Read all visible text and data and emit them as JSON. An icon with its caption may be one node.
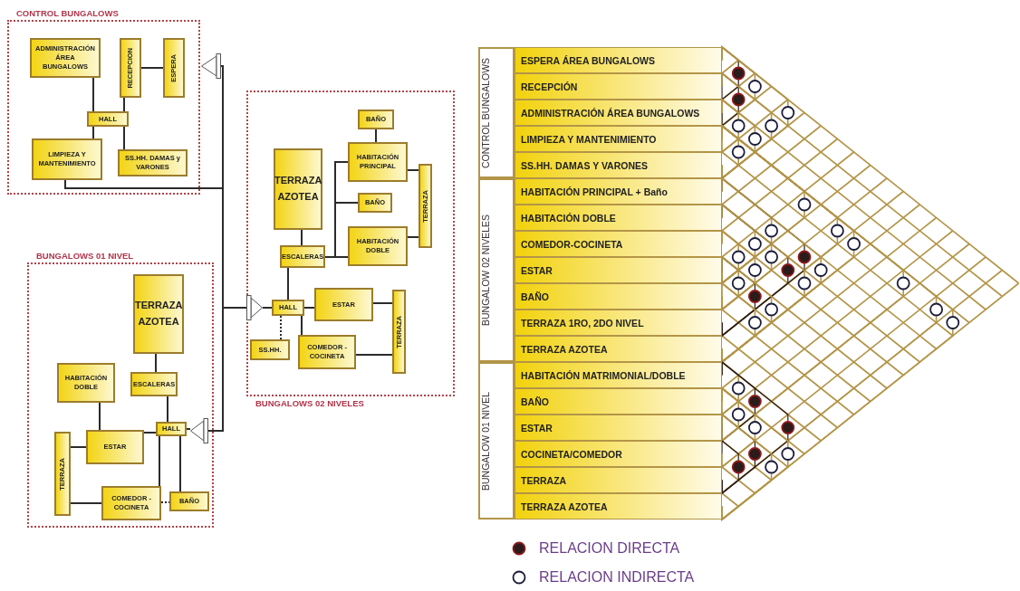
{
  "diagram": {
    "nodes": [
      {
        "text": [
          "CONTROL BUNGALOWS"
        ]
      },
      {
        "text": [
          "ADMINISTRACIÓN ÁREA BUNGALOWS"
        ],
        "in": 0
      },
      {
        "text": [
          "RECEPCION"
        ],
        "in": 0
      },
      {
        "text": [
          "ESPERA"
        ],
        "in": 0
      },
      {
        "text": [
          "HALL"
        ],
        "in": 0
      },
      {
        "text": [
          "LIMPIEZA Y MANTENIMIENTO"
        ],
        "in": 0
      },
      {
        "text": [
          "SS.HH. DAMAS y VARONES"
        ],
        "in": 0
      },
      {
        "text": [],
        "shape": "triangle"
      },
      {
        "text": [
          "BUNGALOWS 02 NIVELES"
        ]
      },
      {
        "text": [
          "TERRAZA AZOTEA"
        ],
        "in": 8
      },
      {
        "text": [
          "BAÑO"
        ],
        "in": 8
      },
      {
        "text": [
          "HABITACIÓN PRINCIPAL"
        ],
        "in": 8
      },
      {
        "text": [
          "BAÑO"
        ],
        "in": 8
      },
      {
        "text": [
          "HABITACIÓN DOBLE"
        ],
        "in": 8
      },
      {
        "text": [
          "TERRAZA"
        ],
        "in": 8
      },
      {
        "text": [
          "ESCALERAS"
        ],
        "in": 8
      },
      {
        "text": [],
        "shape": "triangle",
        "in": 8
      },
      {
        "text": [
          "HALL"
        ],
        "in": 8
      },
      {
        "text": [
          "ESTAR"
        ],
        "in": 8
      },
      {
        "text": [
          "TERRAZA"
        ],
        "in": 8
      },
      {
        "text": [
          "SS.HH."
        ],
        "in": 8
      },
      {
        "text": [
          "COMEDOR - COCINETA"
        ],
        "in": 8
      },
      {
        "text": [
          "BUNGALOWS 01 NIVEL"
        ]
      },
      {
        "text": [
          "TERRAZA AZOTEA"
        ],
        "in": 22
      },
      {
        "text": [
          "HABITACIÓN DOBLE"
        ],
        "in": 22
      },
      {
        "text": [
          "ESCALERAS"
        ],
        "in": 22
      },
      {
        "text": [
          "HALL"
        ],
        "in": 22
      },
      {
        "text": [],
        "shape": "triangle",
        "in": 22
      },
      {
        "text": [
          "TERRAZA"
        ],
        "in": 22
      },
      {
        "text": [
          "ESTAR"
        ],
        "in": 22
      },
      {
        "text": [
          "COMEDOR - COCINETA"
        ],
        "in": 22
      },
      {
        "text": [
          "BAÑO"
        ],
        "in": 22
      },
      {
        "text": [
          "CONTROL BUNGALOWS"
        ]
      },
      {
        "text": [
          "ESPERA ÁREA BUNGALOWS"
        ],
        "in": 32
      },
      {
        "text": [
          "RECEPCIÓN"
        ],
        "in": 32
      },
      {
        "text": [
          "ADMINISTRACIÓN ÁREA BUNGALOWS"
        ],
        "in": 32
      },
      {
        "text": [
          "LIMPIEZA Y MANTENIMIENTO"
        ],
        "in": 32
      },
      {
        "text": [
          "SS.HH. DAMAS Y VARONES"
        ],
        "in": 32
      },
      {
        "text": [
          "BUNGALOW 02 NIVELES"
        ]
      },
      {
        "text": [
          "HABITACIÓN PRINCIPAL + Baño"
        ],
        "in": 38
      },
      {
        "text": [
          "HABITACIÓN DOBLE"
        ],
        "in": 38
      },
      {
        "text": [
          "COMEDOR-COCINETA"
        ],
        "in": 38
      },
      {
        "text": [
          "ESTAR"
        ],
        "in": 38
      },
      {
        "text": [
          "BAÑO"
        ],
        "in": 38
      },
      {
        "text": [
          "TERRAZA 1RO, 2DO NIVEL"
        ],
        "in": 38
      },
      {
        "text": [
          "TERRAZA AZOTEA"
        ],
        "in": 38
      },
      {
        "text": [
          "BUNGALOW 01 NIVEL"
        ]
      },
      {
        "text": [
          "HABITACIÓN MATRIMONIAL/DOBLE"
        ],
        "in": 46
      },
      {
        "text": [
          "BAÑO"
        ],
        "in": 46
      },
      {
        "text": [
          "ESTAR"
        ],
        "in": 46
      },
      {
        "text": [
          "COCINETA/COMEDOR"
        ],
        "in": 46
      },
      {
        "text": [
          "TERRAZA"
        ],
        "in": 46
      },
      {
        "text": [
          "TERRAZA AZOTEA"
        ],
        "in": 46
      }
    ],
    "edges": [
      {
        "from": 1,
        "to": 4,
        "arrow": "none",
        "color": "#2b2b2b"
      },
      {
        "from": 2,
        "to": 4,
        "arrow": "none",
        "color": "#2b2b2b"
      },
      {
        "from": 2,
        "to": 3,
        "arrow": "none",
        "color": "#2b2b2b"
      },
      {
        "from": 4,
        "to": 5,
        "arrow": "none",
        "color": "#2b2b2b"
      },
      {
        "from": 4,
        "to": 6,
        "arrow": "none",
        "color": "#2b2b2b"
      },
      {
        "from": 7,
        "to": 5,
        "arrow": "none",
        "color": "#2b2b2b"
      },
      {
        "from": 7,
        "to": 16,
        "arrow": "none",
        "color": "#2b2b2b"
      },
      {
        "from": 7,
        "to": 27,
        "arrow": "none",
        "color": "#2b2b2b"
      },
      {
        "from": 9,
        "to": 15,
        "arrow": "none",
        "color": "#2b2b2b"
      },
      {
        "from": 10,
        "to": 11,
        "arrow": "none",
        "color": "#2b2b2b"
      },
      {
        "from": 15,
        "to": 11,
        "arrow": "none",
        "color": "#2b2b2b"
      },
      {
        "from": 15,
        "to": 12,
        "arrow": "none",
        "color": "#2b2b2b"
      },
      {
        "from": 15,
        "to": 13,
        "arrow": "none",
        "color": "#2b2b2b"
      },
      {
        "from": 11,
        "to": 14,
        "arrow": "none",
        "color": "#2b2b2b"
      },
      {
        "from": 13,
        "to": 14,
        "arrow": "none",
        "color": "#2b2b2b"
      },
      {
        "from": 15,
        "to": 17,
        "arrow": "none",
        "color": "#2b2b2b"
      },
      {
        "from": 16,
        "to": 17,
        "arrow": "none",
        "color": "#2b2b2b"
      },
      {
        "from": 17,
        "to": 18,
        "arrow": "none",
        "color": "#2b2b2b"
      },
      {
        "from": 17,
        "to": 20,
        "arrow": "none",
        "style": "dashed",
        "color": "#2b2b2b"
      },
      {
        "from": 17,
        "to": 21,
        "arrow": "none",
        "color": "#2b2b2b"
      },
      {
        "from": 18,
        "to": 19,
        "arrow": "none",
        "color": "#2b2b2b"
      },
      {
        "from": 21,
        "to": 19,
        "arrow": "none",
        "color": "#2b2b2b"
      },
      {
        "from": 23,
        "to": 25,
        "arrow": "none",
        "color": "#2b2b2b"
      },
      {
        "from": 24,
        "to": 29,
        "arrow": "none",
        "color": "#2b2b2b"
      },
      {
        "from": 25,
        "to": 26,
        "arrow": "none",
        "color": "#2b2b2b"
      },
      {
        "from": 26,
        "to": 29,
        "arrow": "none",
        "color": "#2b2b2b"
      },
      {
        "from": 26,
        "to": 30,
        "arrow": "none",
        "color": "#2b2b2b"
      },
      {
        "from": 26,
        "to": 31,
        "arrow": "none",
        "color": "#2b2b2b"
      },
      {
        "from": 28,
        "to": 29,
        "arrow": "none",
        "color": "#2b2b2b"
      },
      {
        "from": 28,
        "to": 30,
        "arrow": "none",
        "color": "#2b2b2b"
      },
      {
        "from": 30,
        "to": 31,
        "arrow": "none",
        "style": "dashed",
        "color": "#2b2b2b"
      },
      {
        "from": 27,
        "to": 26,
        "arrow": "none",
        "color": "#2b2b2b"
      },
      {
        "from": 33,
        "to": 34,
        "arrow": "none",
        "color": "#2b1b1b"
      },
      {
        "from": 33,
        "to": 35,
        "arrow": "none",
        "color": "#b39548"
      },
      {
        "from": 34,
        "to": 35,
        "arrow": "none",
        "color": "#2b1b1b"
      },
      {
        "from": 33,
        "to": 37,
        "arrow": "none",
        "color": "#b39548"
      },
      {
        "from": 35,
        "to": 36,
        "arrow": "none",
        "color": "#b39548"
      },
      {
        "from": 34,
        "to": 37,
        "arrow": "none",
        "color": "#b39548"
      },
      {
        "from": 35,
        "to": 37,
        "arrow": "none",
        "color": "#b39548"
      },
      {
        "from": 36,
        "to": 37,
        "arrow": "none",
        "color": "#b39548"
      },
      {
        "from": 36,
        "to": 42,
        "arrow": "none",
        "color": "#b39548"
      },
      {
        "from": 39,
        "to": 42,
        "arrow": "none",
        "color": "#b39548"
      },
      {
        "from": 36,
        "to": 44,
        "arrow": "none",
        "color": "#b39548"
      },
      {
        "from": 40,
        "to": 42,
        "arrow": "none",
        "color": "#b39548"
      },
      {
        "from": 36,
        "to": 45,
        "arrow": "none",
        "color": "#b39548"
      },
      {
        "from": 41,
        "to": 42,
        "arrow": "none",
        "color": "#b39548"
      },
      {
        "from": 40,
        "to": 43,
        "arrow": "none",
        "color": "#b39548"
      },
      {
        "from": 39,
        "to": 44,
        "arrow": "none",
        "color": "#2b1b1b"
      },
      {
        "from": 41,
        "to": 43,
        "arrow": "none",
        "color": "#b39548"
      },
      {
        "from": 40,
        "to": 44,
        "arrow": "none",
        "color": "#2b1b1b"
      },
      {
        "from": 39,
        "to": 45,
        "arrow": "none",
        "color": "#b39548"
      },
      {
        "from": 42,
        "to": 43,
        "arrow": "none",
        "color": "#b39548"
      },
      {
        "from": 40,
        "to": 45,
        "arrow": "none",
        "color": "#b39548"
      },
      {
        "from": 36,
        "to": 49,
        "arrow": "none",
        "color": "#b39548"
      },
      {
        "from": 42,
        "to": 44,
        "arrow": "none",
        "color": "#2b1b1b"
      },
      {
        "from": 42,
        "to": 45,
        "arrow": "none",
        "color": "#b39548"
      },
      {
        "from": 36,
        "to": 51,
        "arrow": "none",
        "color": "#b39548"
      },
      {
        "from": 43,
        "to": 45,
        "arrow": "none",
        "color": "#b39548"
      },
      {
        "from": 36,
        "to": 52,
        "arrow": "none",
        "color": "#b39548"
      },
      {
        "from": 47,
        "to": 48,
        "arrow": "none",
        "color": "#b39548"
      },
      {
        "from": 47,
        "to": 49,
        "arrow": "none",
        "color": "#2b1b1b"
      },
      {
        "from": 48,
        "to": 49,
        "arrow": "none",
        "color": "#b39548"
      },
      {
        "from": 48,
        "to": 50,
        "arrow": "none",
        "color": "#b39548"
      },
      {
        "from": 47,
        "to": 51,
        "arrow": "none",
        "color": "#2b1b1b"
      },
      {
        "from": 49,
        "to": 51,
        "arrow": "none",
        "color": "#2b1b1b"
      },
      {
        "from": 48,
        "to": 52,
        "arrow": "none",
        "color": "#b39548"
      },
      {
        "from": 50,
        "to": 51,
        "arrow": "none",
        "color": "#2b1b1b"
      },
      {
        "from": 49,
        "to": 52,
        "arrow": "none",
        "color": "#b39548"
      }
    ],
    "legend": [
      {
        "text": "RELACION DIRECTA",
        "color": "#2b1b1b"
      },
      {
        "text": "RELACION INDIRECTA"
      }
    ]
  }
}
